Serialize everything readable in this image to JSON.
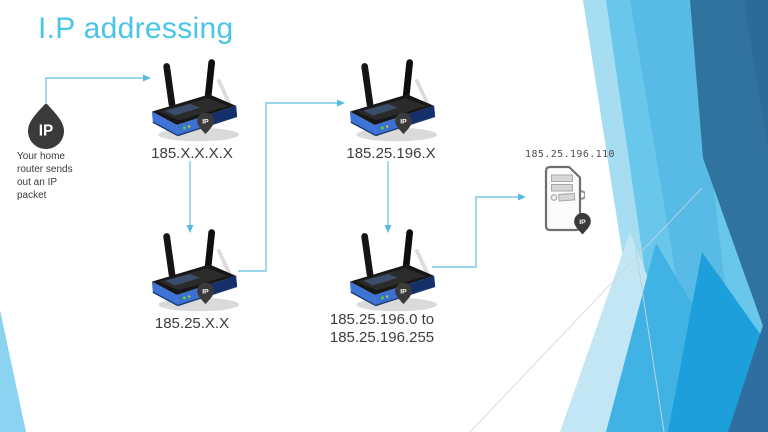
{
  "title": "I.P addressing",
  "home": {
    "pin_label": "IP",
    "caption_lines": [
      "Your home",
      "router sends",
      "out an IP",
      "packet"
    ]
  },
  "routers": [
    {
      "label": "185.X.X.X.X"
    },
    {
      "label": "185.25.196.X"
    },
    {
      "label": "185.25.X.X"
    },
    {
      "label_line1": "185.25.196.0 to",
      "label_line2": "185.25.196.255"
    }
  ],
  "server": {
    "address": "185.25.196.110"
  },
  "badge_label": "IP",
  "colors": {
    "title": "#4CC3E8",
    "label_text": "#3D3D3D",
    "arrow": "#7AC6E7",
    "accent_light": "#68C7EA",
    "accent_dark": "#31739F",
    "accent_bright": "#1C9FDB",
    "pin": "#3A3A3A",
    "router_blue": "#3C72D3"
  }
}
